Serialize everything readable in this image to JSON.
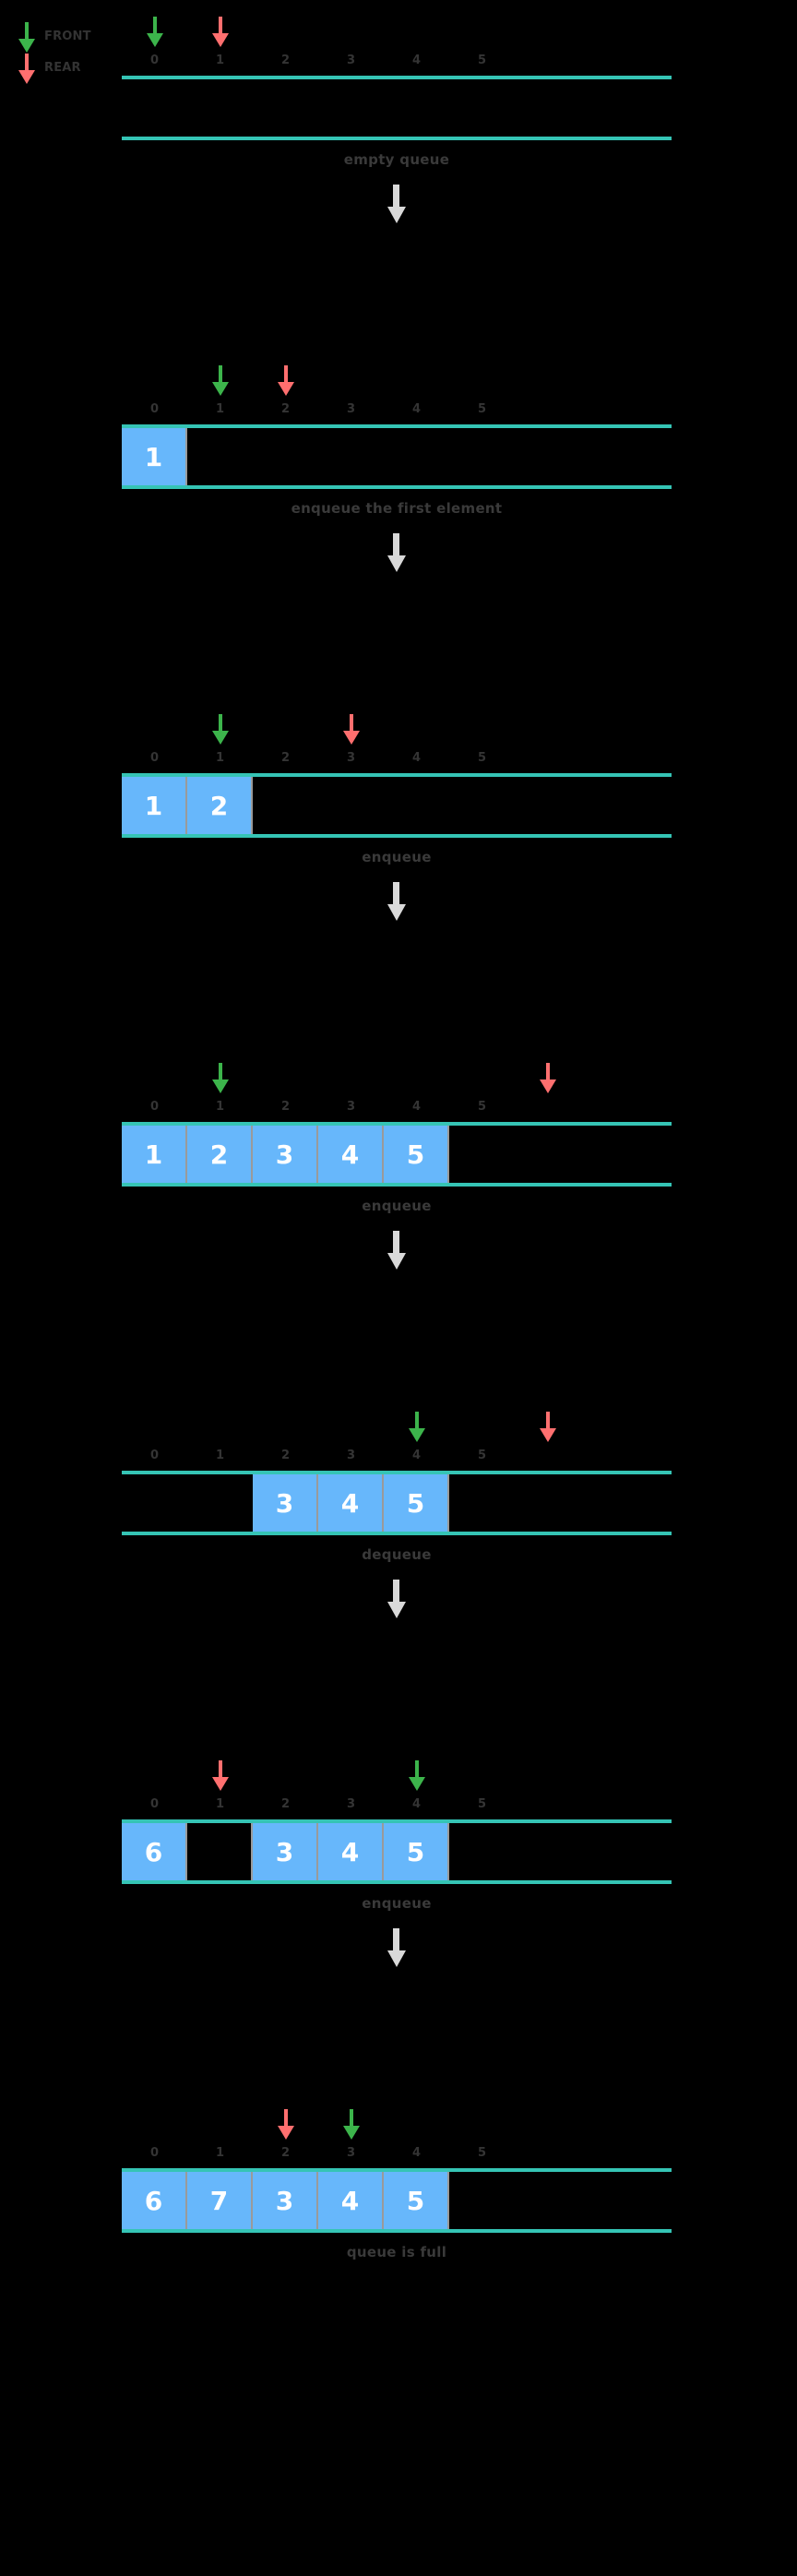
{
  "legend": {
    "items": [
      {
        "label": "FRONT",
        "color": "#3cb44b",
        "icon": "down-arrow-icon"
      },
      {
        "label": "REAR",
        "color": "#ff6f6f",
        "icon": "down-arrow-icon"
      }
    ]
  },
  "colors": {
    "front": "#3cb44b",
    "rear": "#ff6f6f",
    "cell_fill": "#67b7fb",
    "cell_text": "#ffffff",
    "boundary_line": "#35c4b5",
    "caption_text": "#3a3a3a",
    "background": "#000000",
    "connector": "#d9d9d9"
  },
  "indices": [
    "0",
    "1",
    "2",
    "3",
    "4",
    "5"
  ],
  "stages": [
    {
      "caption": "empty queue",
      "cells": [
        "",
        "",
        "",
        "",
        "",
        ""
      ],
      "front_index": 0,
      "rear_index": 1,
      "show_cells": false
    },
    {
      "caption": "enqueue the first element",
      "cells": [
        "1",
        "",
        "",
        "",
        "",
        ""
      ],
      "front_index": 1,
      "rear_index": 2,
      "show_cells": true
    },
    {
      "caption": "enqueue",
      "cells": [
        "1",
        "2",
        "",
        "",
        "",
        ""
      ],
      "front_index": 1,
      "rear_index": 3,
      "show_cells": true
    },
    {
      "caption": "enqueue",
      "cells": [
        "1",
        "2",
        "3",
        "4",
        "5",
        ""
      ],
      "front_index": 1,
      "rear_index": 6,
      "show_cells": true
    },
    {
      "caption": "dequeue",
      "cells": [
        "",
        "",
        "3",
        "4",
        "5",
        ""
      ],
      "front_index": 4,
      "rear_index": 6,
      "show_cells": true
    },
    {
      "caption": "enqueue",
      "cells": [
        "6",
        "",
        "3",
        "4",
        "5",
        ""
      ],
      "front_index": 4,
      "rear_index": 1,
      "show_cells": true
    },
    {
      "caption": "queue is full",
      "cells": [
        "6",
        "7",
        "3",
        "4",
        "5",
        ""
      ],
      "front_index": 3,
      "rear_index": 2,
      "show_cells": true
    }
  ]
}
